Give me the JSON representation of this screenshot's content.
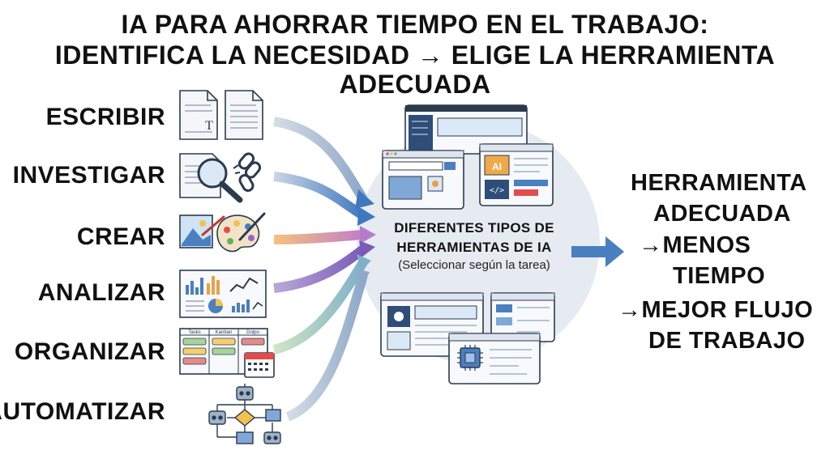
{
  "title": {
    "line1": "IA PARA AHORRAR TIEMPO EN EL TRABAJO:",
    "line2": "IDENTIFICA LA NECESIDAD → ELIGE LA HERRAMIENTA ADECUADA"
  },
  "tasks": [
    {
      "label": "ESCRIBIR",
      "icon": "documents-icon"
    },
    {
      "label": "INVESTIGAR",
      "icon": "magnifier-link-icon"
    },
    {
      "label": "CREAR",
      "icon": "paint-palette-icon"
    },
    {
      "label": "ANALIZAR",
      "icon": "charts-icon"
    },
    {
      "label": "ORGANIZAR",
      "icon": "kanban-calendar-icon"
    },
    {
      "label": "AUTOMATIZAR",
      "icon": "workflow-robot-icon"
    }
  ],
  "kanban_columns": [
    "Tasks",
    "Kanban",
    "Dolpo"
  ],
  "ai_badge": "AI",
  "center": {
    "line1": "DIFERENTES TIPOS DE",
    "line2": "HERRAMIENTAS DE IA",
    "sub": "(Seleccionar según la tarea)"
  },
  "result": {
    "line1": "HERRAMIENTA",
    "line2": "ADECUADA",
    "line3": "→MENOS",
    "line4": "TIEMPO",
    "line5": "→MEJOR FLUJO",
    "line6": "DE TRABAJO"
  },
  "colors": {
    "arrow_blue": "#4a7fc0",
    "arrow_purple": "#8a6bbf",
    "arrow_orange": "#e8a04a",
    "arrow_green": "#7fb86b",
    "circle": "#e6ebf1",
    "panel_bg": "#f7f9fc",
    "panel_border": "#2b3a4e"
  }
}
